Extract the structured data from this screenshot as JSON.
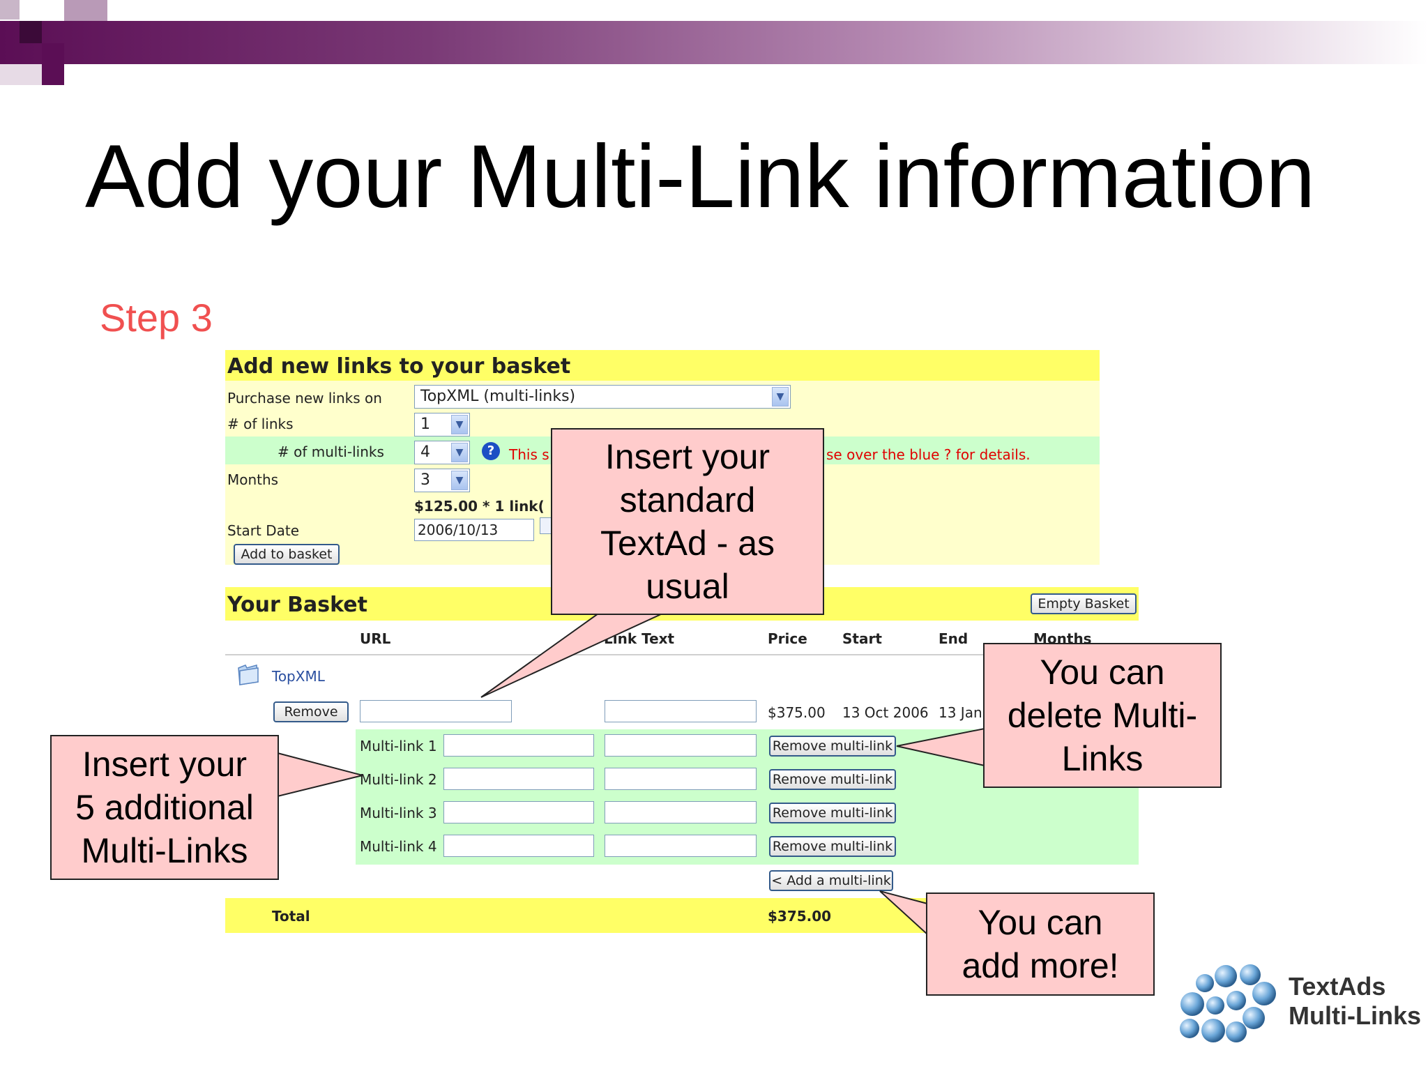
{
  "slide": {
    "title": "Add your Multi-Link information",
    "step": "Step 3"
  },
  "add_links": {
    "header": "Add new links to your basket",
    "purchase_label": "Purchase new links on",
    "purchase_value": "TopXML (multi-links)",
    "num_links_label": "# of links",
    "num_links_value": "1",
    "num_multilinks_label": "# of multi-links",
    "num_multilinks_value": "4",
    "notice_left": "This s",
    "notice_right": "se over the blue ? for details.",
    "months_label": "Months",
    "months_value": "3",
    "price_calc": "$125.00 * 1 link(",
    "start_date_label": "Start Date",
    "start_date_value": "2006/10/13",
    "add_to_basket_label": "Add to basket"
  },
  "basket": {
    "header": "Your Basket",
    "empty_basket_label": "Empty Basket",
    "columns": [
      "URL",
      "Link Text",
      "Price",
      "Start",
      "End",
      "Months"
    ],
    "site_name": "TopXML",
    "remove_label": "Remove",
    "price": "$375.00",
    "start": "13 Oct 2006",
    "end": "13 Jan",
    "multilinks": [
      {
        "label": "Multi-link 1",
        "button": "Remove multi-link"
      },
      {
        "label": "Multi-link 2",
        "button": "Remove multi-link"
      },
      {
        "label": "Multi-link 3",
        "button": "Remove multi-link"
      },
      {
        "label": "Multi-link 4",
        "button": "Remove multi-link"
      }
    ],
    "add_multilink_label": "< Add a multi-link",
    "total_label": "Total",
    "total_value": "$375.00"
  },
  "callouts": {
    "standard": [
      "Insert your",
      "standard",
      "TextAd - as",
      "usual"
    ],
    "additional": [
      "Insert your",
      "5 additional",
      "Multi-Links"
    ],
    "delete": [
      "You can",
      "delete Multi-",
      "Links"
    ],
    "add_more": [
      "You can",
      "add more!"
    ]
  },
  "logo": {
    "line1": "TextAds",
    "line2": "Multi-Links"
  },
  "colors": {
    "header_band": "#5b0e55",
    "step_text": "#f05050",
    "yellow": "#ffff66",
    "light_yellow": "#ffffcc",
    "green": "#ccffcc",
    "callout": "#ffcccc"
  }
}
